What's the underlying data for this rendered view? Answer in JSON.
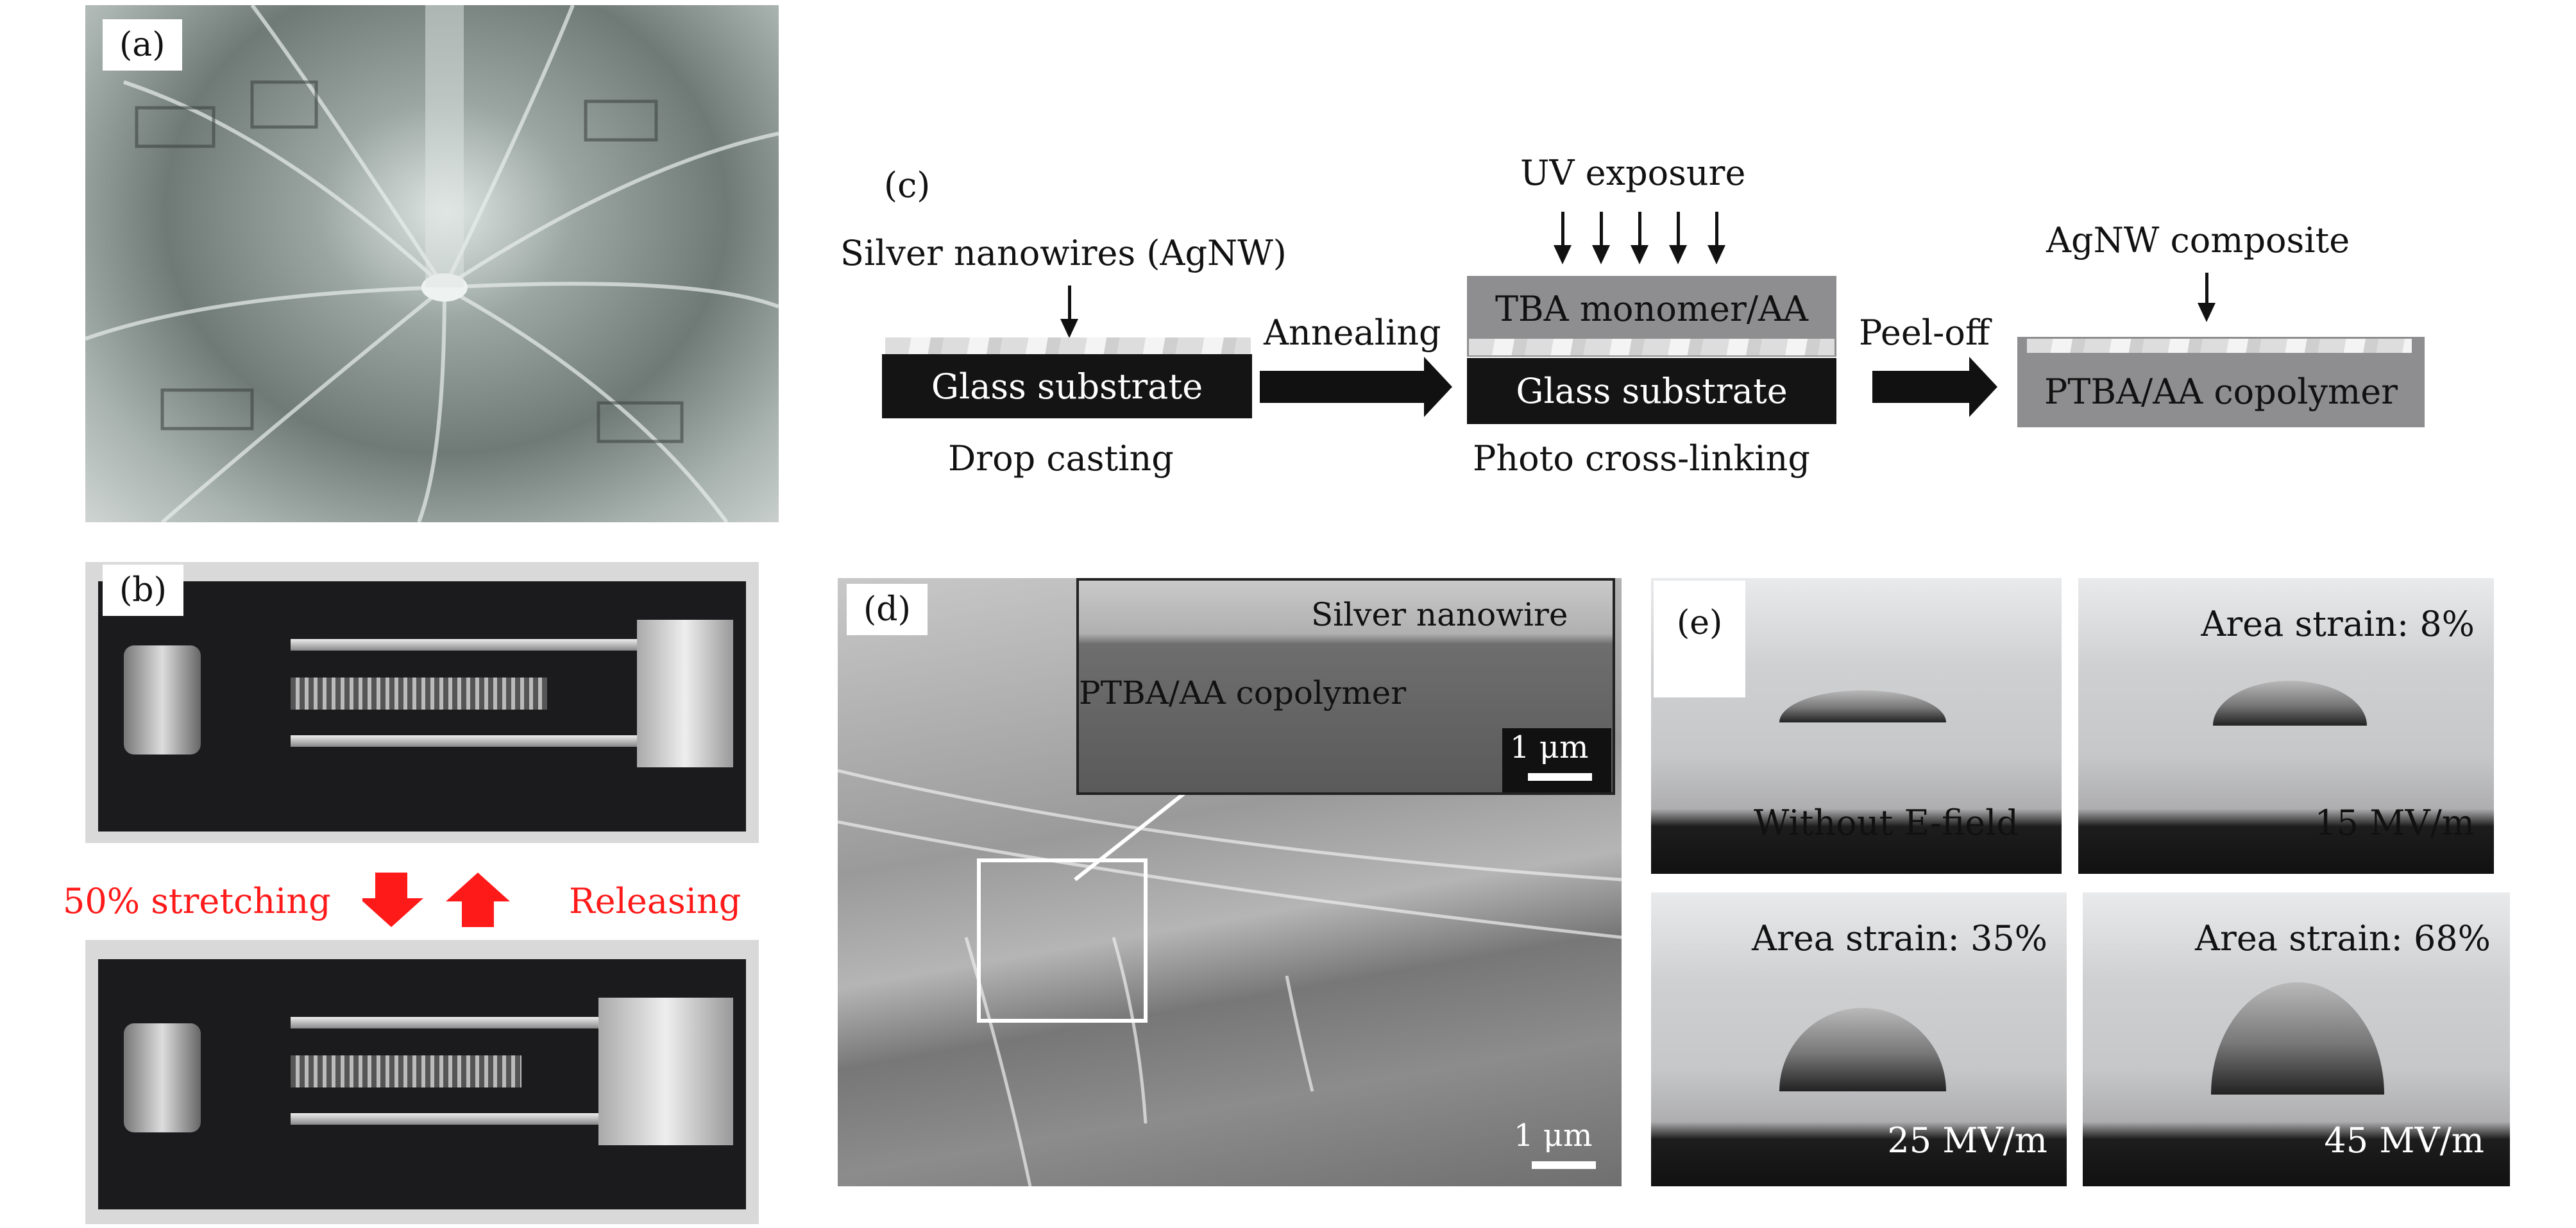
{
  "panels": {
    "a": {
      "label": "(a)"
    },
    "b": {
      "label": "(b)",
      "stretch_label": "50% stretching",
      "release_label": "Releasing",
      "annotation_color": "#ff1a1a"
    },
    "c": {
      "label": "(c)",
      "step1": {
        "top_label": "Silver nanowires (AgNW)",
        "substrate": "Glass substrate",
        "caption": "Drop casting"
      },
      "arrow1": "Annealing",
      "step2": {
        "top_label": "UV exposure",
        "layer": "TBA monomer/AA",
        "substrate": "Glass substrate",
        "caption": "Photo cross-linking"
      },
      "arrow2": "Peel-off",
      "step3": {
        "top_label": "AgNW composite",
        "layer": "PTBA/AA copolymer"
      }
    },
    "d": {
      "label": "(d)",
      "inset_wire_label": "Silver nanowire",
      "inset_polymer_label": "PTBA/AA copolymer",
      "inset_scale": "1 μm",
      "scale": "1 μm"
    },
    "e": {
      "label": "(e)",
      "tiles": [
        {
          "strain": "",
          "field": "Without E-field"
        },
        {
          "strain": "Area strain: 8%",
          "field": "15 MV/m"
        },
        {
          "strain": "Area strain: 35%",
          "field": "25 MV/m"
        },
        {
          "strain": "Area strain: 68%",
          "field": "45 MV/m"
        }
      ]
    }
  }
}
